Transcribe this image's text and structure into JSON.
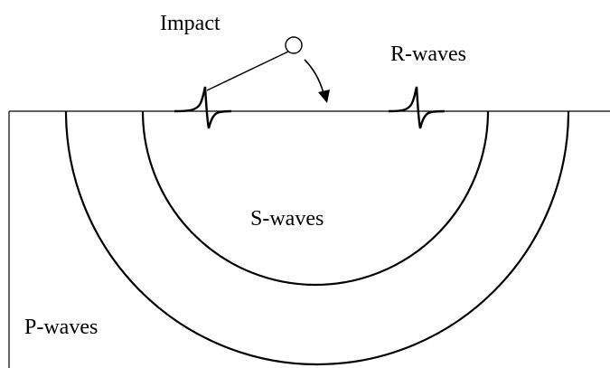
{
  "labels": {
    "impact": "Impact",
    "r_waves": "R-waves",
    "s_waves": "S-waves",
    "p_waves": "P-waves"
  },
  "colors": {
    "line": "#000000",
    "background": "#ffffff"
  }
}
